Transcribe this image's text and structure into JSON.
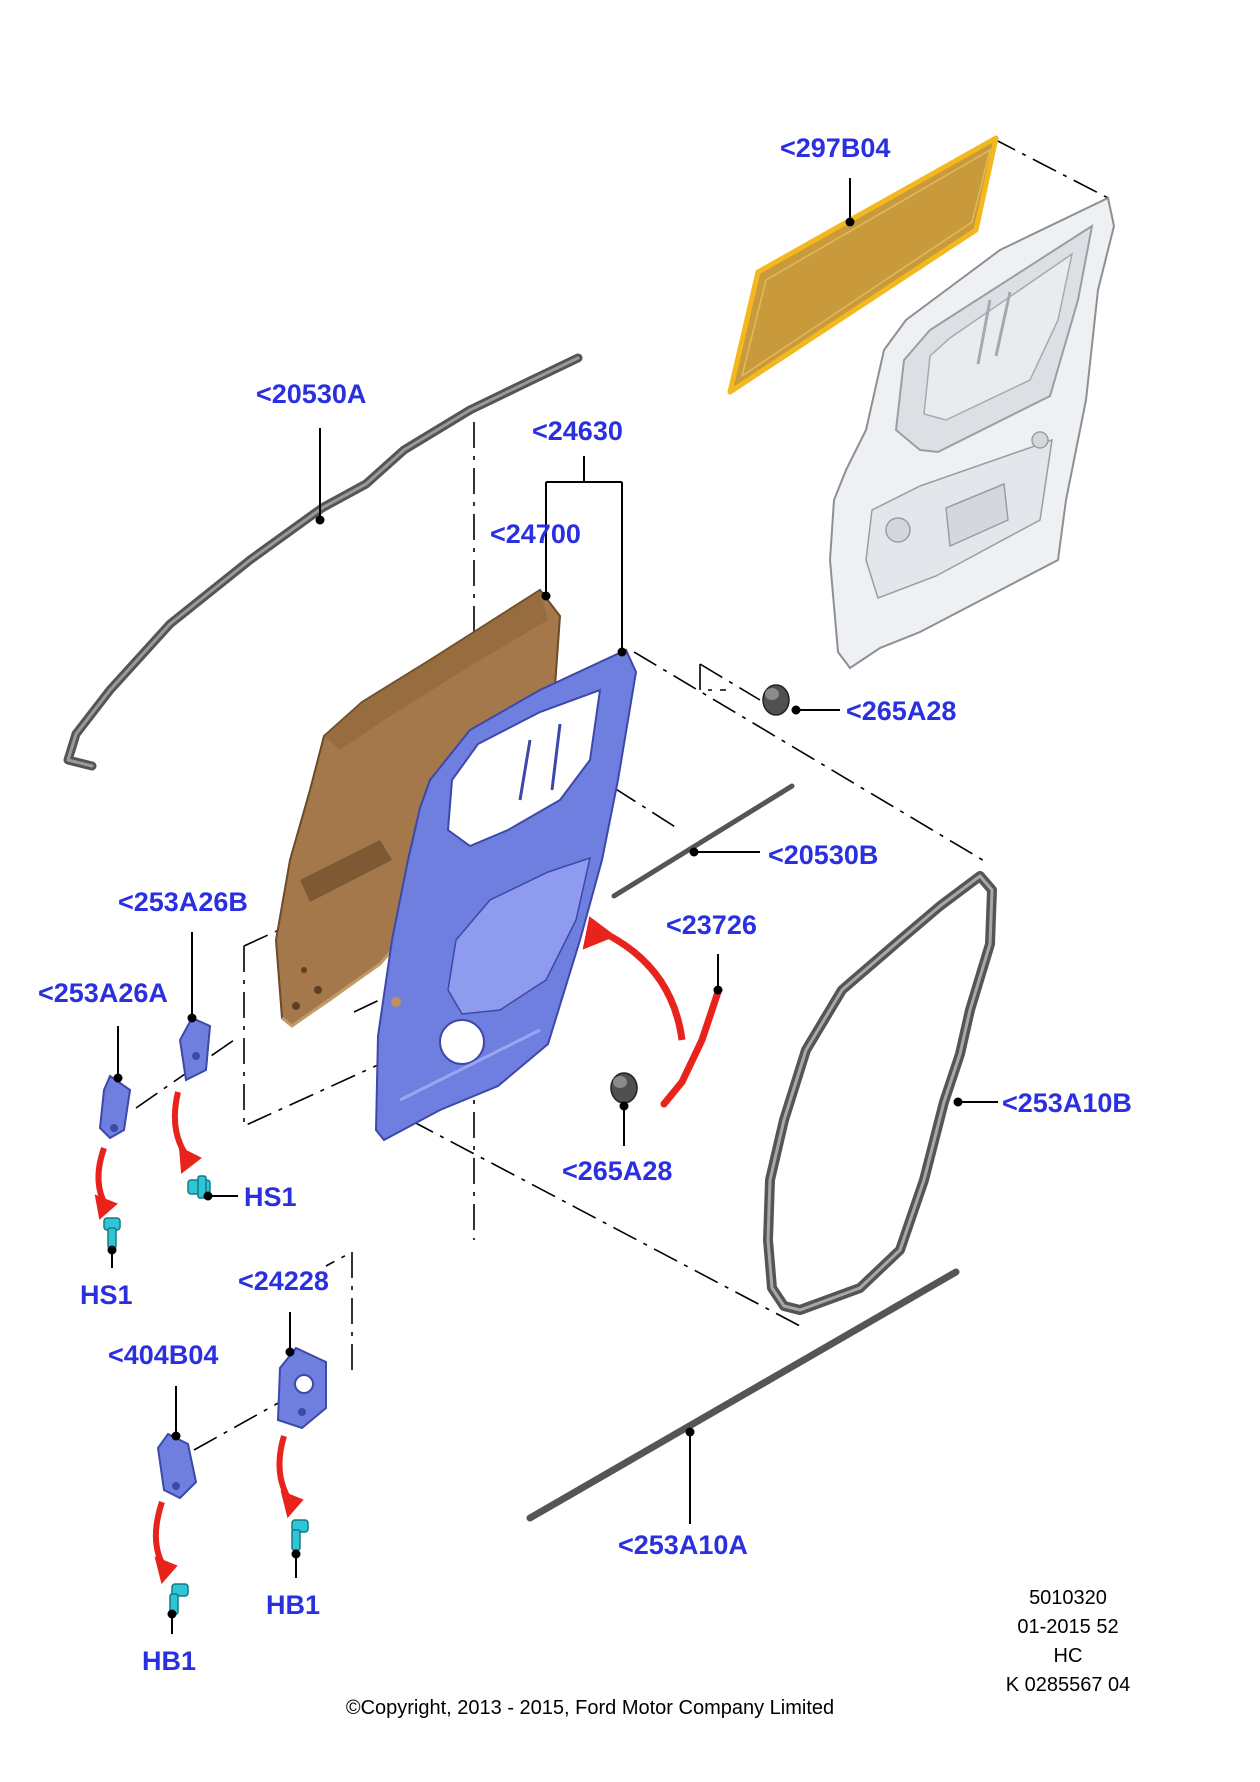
{
  "colors": {
    "label": "#2a2fe0",
    "panel_blue": "#6f7fe0",
    "panel_brown": "#a4784a",
    "glass": "#c99a3c",
    "seal": "#5e5e5e",
    "arrow": "#e8231c",
    "fastener": "#2ec6d6"
  },
  "labels": {
    "p297B04": "<297B04",
    "p20530A": "<20530A",
    "p24630": "<24630",
    "p24700": "<24700",
    "p265A28_top": "<265A28",
    "p20530B": "<20530B",
    "p23726": "<23726",
    "p253A26B": "<253A26B",
    "p253A26A": "<253A26A",
    "p253A10B": "<253A10B",
    "p265A28_bottom": "<265A28",
    "pHS1_right": "HS1",
    "pHS1_left": "HS1",
    "p24228": "<24228",
    "p404B04": "<404B04",
    "p253A10A": "<253A10A",
    "pHB1_right": "HB1",
    "pHB1_left": "HB1"
  },
  "info_block": [
    "5010320",
    "01-2015 52",
    "HC",
    "K 0285567 04"
  ],
  "copyright": "©Copyright, 2013 - 2015, Ford Motor Company Limited"
}
